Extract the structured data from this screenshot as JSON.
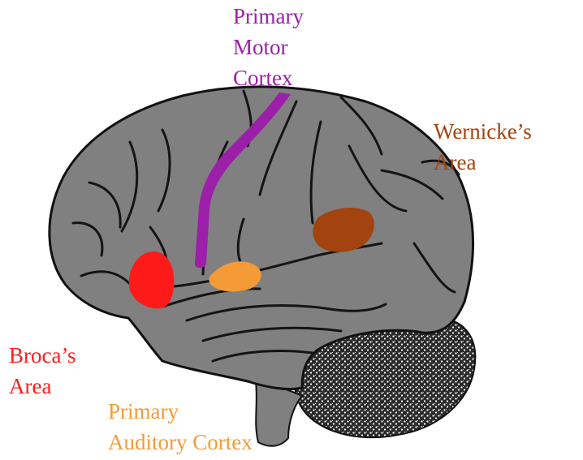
{
  "title": "",
  "colors": {
    "background": "#ffffff",
    "brain": "#808080",
    "sulcus": "#141414",
    "cerebellum": "#2b2b2b",
    "motor_cortex": "#9b1fa8",
    "wernicke": "#a3430f",
    "broca": "#ff1a1a",
    "auditory": "#f49a36"
  },
  "regions": [
    {
      "id": "motor",
      "lines": [
        "Primary",
        "Motor",
        "Cortex"
      ],
      "color": "#9b1fa8"
    },
    {
      "id": "wernicke",
      "lines": [
        "Wernicke’s",
        "Area"
      ],
      "color": "#a3430f"
    },
    {
      "id": "broca",
      "lines": [
        "Broca’s",
        "Area"
      ],
      "color": "#ff1a1a"
    },
    {
      "id": "auditory",
      "lines": [
        "Primary",
        "Auditory Cortex"
      ],
      "color": "#f49a36"
    }
  ]
}
